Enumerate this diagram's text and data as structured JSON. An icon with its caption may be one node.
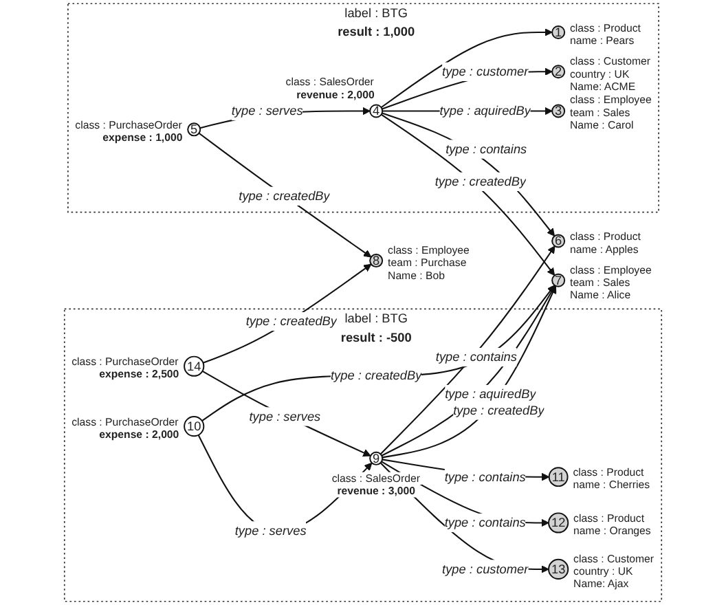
{
  "diagram": {
    "nodes": [
      {
        "text": [
          "label : BTG",
          "result : 1,000"
        ]
      },
      {
        "text": [
          "1"
        ],
        "beside": [
          "class : Product",
          "name : Pears"
        ],
        "in": 0
      },
      {
        "text": [
          "2"
        ],
        "beside": [
          "class : Customer",
          "country : UK",
          "Name: ACME"
        ],
        "in": 0
      },
      {
        "text": [
          "3"
        ],
        "beside": [
          "class : Employee",
          "team : Sales",
          "Name : Carol"
        ],
        "in": 0
      },
      {
        "text": [
          "4"
        ],
        "beside": [
          "class : SalesOrder",
          "revenue : 2,000"
        ],
        "in": 0
      },
      {
        "text": [
          "5"
        ],
        "beside": [
          "class : PurchaseOrder",
          "expense : 1,000"
        ],
        "in": 0
      },
      {
        "text": [
          "6"
        ],
        "beside": [
          "class : Product",
          "name : Apples"
        ]
      },
      {
        "text": [
          "7"
        ],
        "beside": [
          "class : Employee",
          "team : Sales",
          "Name : Alice"
        ]
      },
      {
        "text": [
          "8"
        ],
        "beside": [
          "class : Employee",
          "team : Purchase",
          "Name : Bob"
        ]
      },
      {
        "text": [
          "label : BTG",
          "result : -500"
        ]
      },
      {
        "text": [
          "9"
        ],
        "beside": [
          "class : SalesOrder",
          "revenue : 3,000"
        ],
        "in": 9
      },
      {
        "text": [
          "10"
        ],
        "beside": [
          "class : PurchaseOrder",
          "expense : 2,000"
        ],
        "in": 9
      },
      {
        "text": [
          "11"
        ],
        "beside": [
          "class : Product",
          "name : Cherries"
        ],
        "in": 9
      },
      {
        "text": [
          "12"
        ],
        "beside": [
          "class : Product",
          "name : Oranges"
        ],
        "in": 9
      },
      {
        "text": [
          "13"
        ],
        "beside": [
          "class : Customer",
          "country : UK",
          "Name: Ajax"
        ],
        "in": 9
      },
      {
        "text": [
          "14"
        ],
        "beside": [
          "class : PurchaseOrder",
          "expense : 2,500"
        ],
        "in": 9
      }
    ],
    "edges": [
      {
        "from": 4,
        "to": 2,
        "arrow": "to",
        "label": "type : customer"
      },
      {
        "from": 4,
        "to": 3,
        "arrow": "to",
        "label": "type : aquiredBy"
      },
      {
        "from": 4,
        "to": 1,
        "arrow": "to"
      },
      {
        "from": 5,
        "to": 4,
        "arrow": "to",
        "label": "type : serves"
      },
      {
        "from": 4,
        "to": 6,
        "arrow": "to",
        "label": "type : contains"
      },
      {
        "from": 4,
        "to": 7,
        "arrow": "to",
        "label": "type : createdBy"
      },
      {
        "from": 5,
        "to": 8,
        "arrow": "to",
        "label": "type : createdBy"
      },
      {
        "from": 10,
        "to": 6,
        "arrow": "to",
        "label": "type : contains"
      },
      {
        "from": 10,
        "to": 7,
        "arrow": "to",
        "label": "type : createdBy"
      },
      {
        "from": 10,
        "to": 7,
        "arrow": "to",
        "label": "type : aquiredBy"
      },
      {
        "from": 11,
        "to": 7,
        "arrow": "to",
        "label": "type : createdBy"
      },
      {
        "from": 11,
        "to": 10,
        "arrow": "to",
        "label": "type : serves"
      },
      {
        "from": 10,
        "to": 12,
        "arrow": "to",
        "label": "type : contains"
      },
      {
        "from": 10,
        "to": 13,
        "arrow": "to",
        "label": "type : contains"
      },
      {
        "from": 10,
        "to": 14,
        "arrow": "to",
        "label": "type : customer"
      },
      {
        "from": 15,
        "to": 10,
        "arrow": "to",
        "label": "type : serves"
      },
      {
        "from": 15,
        "to": 8,
        "arrow": "to",
        "label": "type : createdBy"
      }
    ]
  }
}
